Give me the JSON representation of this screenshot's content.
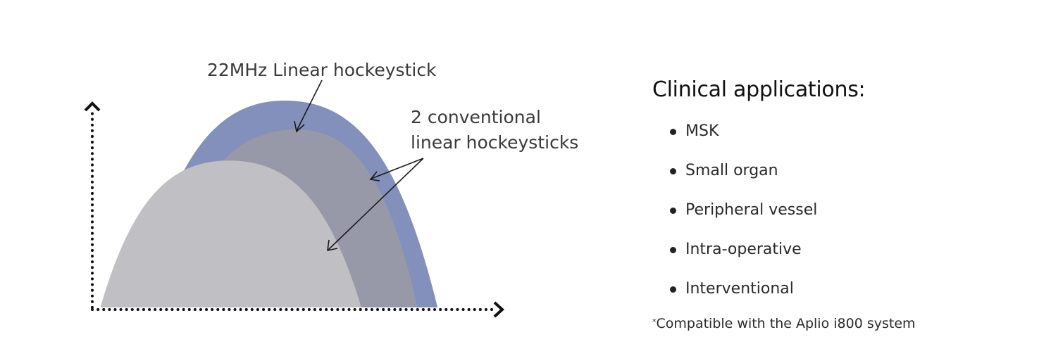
{
  "diagram": {
    "title_label": "22MHz Linear hockeystick",
    "label_conventional_line1": "2 conventional",
    "label_conventional_line2": "linear hockeysticks",
    "curves": [
      {
        "name": "22MHz Linear hockeystick",
        "color": "#8290bb",
        "start": 0.11,
        "end": 0.86,
        "peak_x": 0.48,
        "peak": 1.0
      },
      {
        "name": "Conventional linear hockeystick A",
        "color": "#9799a8",
        "start": 0.16,
        "end": 0.81,
        "peak_x": 0.51,
        "peak": 0.86
      },
      {
        "name": "Conventional linear hockeystick B",
        "color": "#c0bfc3",
        "start": 0.02,
        "end": 0.67,
        "peak_x": 0.34,
        "peak": 0.71
      }
    ],
    "axes": {
      "x_arrow": "right",
      "y_arrow": "up",
      "style": "dotted"
    }
  },
  "panel": {
    "heading": "Clinical applications:",
    "items": [
      "MSK",
      "Small organ",
      "Peripheral vessel",
      "Intra-operative",
      "Interventional"
    ],
    "note_marker": "*",
    "note": "Compatible with the Aplio i800 system"
  }
}
